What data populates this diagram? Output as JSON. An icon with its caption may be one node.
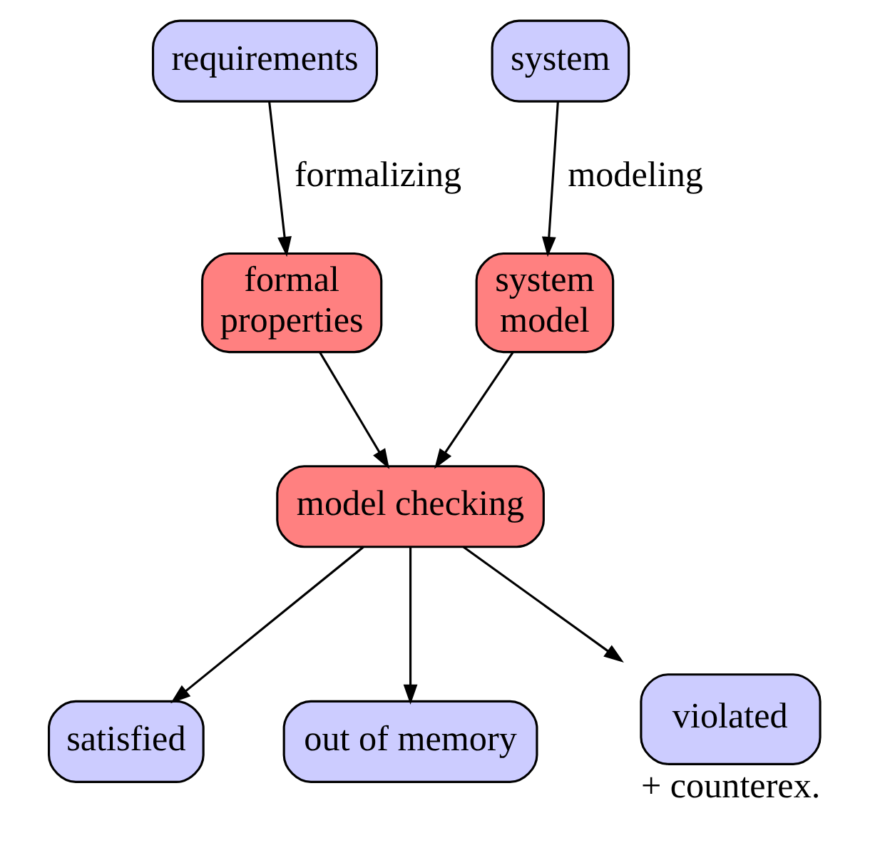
{
  "diagram": {
    "nodes": [
      {
        "text": [
          "requirements"
        ]
      },
      {
        "text": [
          "system"
        ]
      },
      {
        "text": [
          "formal properties"
        ]
      },
      {
        "text": [
          "system model"
        ]
      },
      {
        "text": [
          "model checking"
        ]
      },
      {
        "text": [
          "satisfied"
        ]
      },
      {
        "text": [
          "out of memory"
        ]
      },
      {
        "text": [
          "violated"
        ],
        "beside": [
          "+ counterex."
        ]
      }
    ],
    "edges": [
      {
        "from": 0,
        "to": 2,
        "arrow": "to",
        "label": "formalizing"
      },
      {
        "from": 1,
        "to": 3,
        "arrow": "to",
        "label": "modeling"
      },
      {
        "from": 2,
        "to": 4,
        "arrow": "to"
      },
      {
        "from": 3,
        "to": 4,
        "arrow": "to"
      },
      {
        "from": 4,
        "to": 5,
        "arrow": "to"
      },
      {
        "from": 4,
        "to": 6,
        "arrow": "to"
      },
      {
        "from": 4,
        "to": 7,
        "arrow": "to"
      }
    ]
  }
}
